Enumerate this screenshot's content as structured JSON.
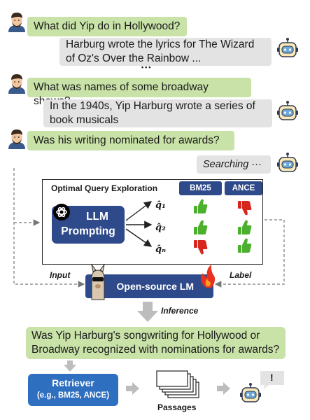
{
  "conversation": {
    "user_1": "What did Yip do in Hollywood?",
    "bot_1_line1": "Harburg wrote the lyrics for The Wizard",
    "bot_1_line2": "of Oz's Over the Rainbow ...",
    "ellipsis": "•••",
    "user_2": "What was names of some broadway shows?",
    "bot_2_line1": "In the 1940s, Yip Harburg wrote a series of",
    "bot_2_line2": "book musicals",
    "user_3": "Was his writing nominated for awards?",
    "searching": "Searching ···"
  },
  "exploration": {
    "title": "Optimal Query Exploration",
    "tag_bm25": "BM25",
    "tag_ance": "ANCE",
    "llm_line1": "LLM",
    "llm_line2": "Prompting",
    "q1": "q̂₁",
    "q2": "q̂₂",
    "qn": "q̂ₙ",
    "feedback": [
      {
        "bm25": "up",
        "ance": "down"
      },
      {
        "bm25": "up",
        "ance": "up"
      },
      {
        "bm25": "down",
        "ance": "up"
      }
    ]
  },
  "training": {
    "input_label": "Input",
    "label_label": "Label",
    "model": "Open-source LM",
    "inference_label": "Inference"
  },
  "output": {
    "rewrite_line1": "Was Yip Harburg's songwriting for Hollywood or",
    "rewrite_line2": "Broadway recognized with nominations for awards?",
    "retriever_line1": "Retriever",
    "retriever_line2": "(e.g., BM25, ANCE)",
    "passages": "Passages",
    "bot_reply": "!"
  },
  "colors": {
    "user_bubble": "#c8e2a8",
    "bot_bubble": "#e3e3e3",
    "navy": "#2f4a8a",
    "retriever_blue": "#2f6fbf",
    "thumb_up": "#4caf2e",
    "thumb_down": "#d7261e",
    "arrow_gray": "#bdbdbd"
  },
  "icons": [
    "user-avatar-icon",
    "robot-icon",
    "openai-logo-icon",
    "llama-icon",
    "fire-icon",
    "thumbs-up-icon",
    "thumbs-down-icon",
    "document-stack-icon"
  ]
}
